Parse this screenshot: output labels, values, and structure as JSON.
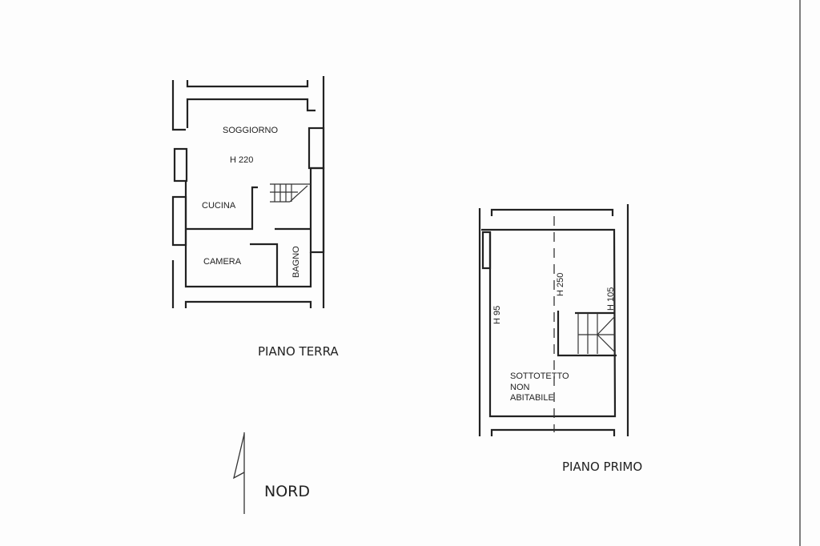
{
  "ground_floor": {
    "title": "PIANO TERRA",
    "rooms": {
      "living": "SOGGIORNO",
      "height": "H 220",
      "kitchen": "CUCINA",
      "bedroom": "CAMERA",
      "bathroom": "BAGNO"
    }
  },
  "first_floor": {
    "title": "PIANO PRIMO",
    "heights": {
      "left": "H 95",
      "center": "H 250",
      "right": "H 105"
    },
    "attic_line1": "SOTTOTETTO",
    "attic_line2": "NON",
    "attic_line3": "ABITABILE"
  },
  "north_label": "NORD"
}
